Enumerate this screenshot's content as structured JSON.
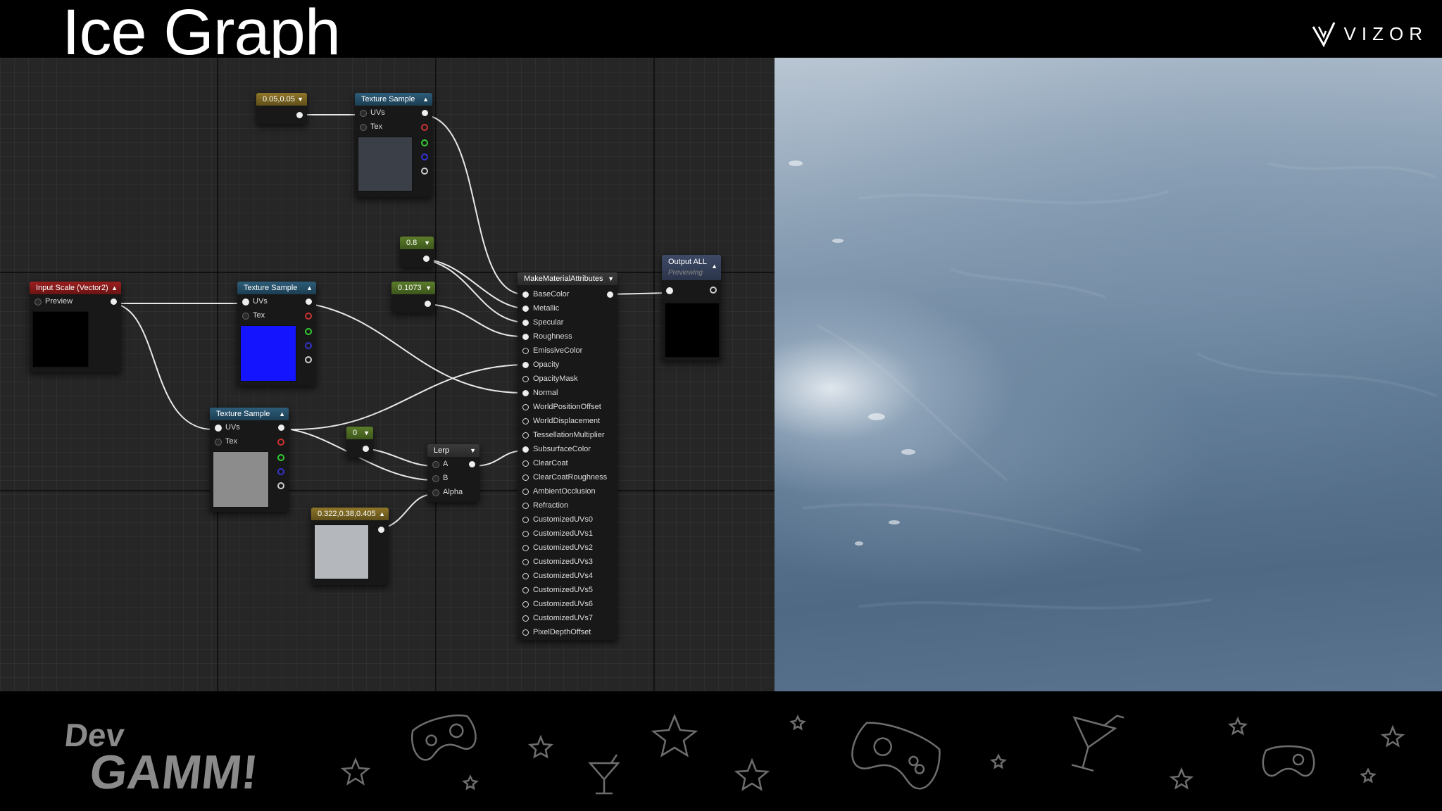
{
  "slide": {
    "title": "Ice Graph",
    "brand": "VIZOR",
    "event_logo_line1": "Dev",
    "event_logo_line2": "GAMM!"
  },
  "graph": {
    "const_uv": {
      "label": "0.05,0.05"
    },
    "texture_top": {
      "title": "Texture Sample",
      "pins": [
        "UVs",
        "Tex"
      ],
      "swatch_color": "#3b3f48"
    },
    "input_scale": {
      "title": "Input Scale (Vector2)",
      "pin": "Preview"
    },
    "texture_mid": {
      "title": "Texture Sample",
      "pins": [
        "UVs",
        "Tex"
      ],
      "swatch_color": "#1414ff"
    },
    "texture_bottom": {
      "title": "Texture Sample",
      "pins": [
        "UVs",
        "Tex"
      ],
      "swatch_color": "#8c8c8c"
    },
    "const_metallic": {
      "label": "0.8"
    },
    "const_roughness": {
      "label": "0.1073"
    },
    "const_zero": {
      "label": "0"
    },
    "lerp": {
      "title": "Lerp",
      "pins": [
        "A",
        "B",
        "Alpha"
      ]
    },
    "color_const": {
      "label": "0.322,0.38,0.405",
      "swatch_color": "#b4b8bd"
    },
    "make_material": {
      "title": "MakeMaterialAttributes",
      "pins": [
        "BaseColor",
        "Metallic",
        "Specular",
        "Roughness",
        "EmissiveColor",
        "Opacity",
        "OpacityMask",
        "Normal",
        "WorldPositionOffset",
        "WorldDisplacement",
        "TessellationMultiplier",
        "SubsurfaceColor",
        "ClearCoat",
        "ClearCoatRoughness",
        "AmbientOcclusion",
        "Refraction",
        "CustomizedUVs0",
        "CustomizedUVs1",
        "CustomizedUVs2",
        "CustomizedUVs3",
        "CustomizedUVs4",
        "CustomizedUVs5",
        "CustomizedUVs6",
        "CustomizedUVs7",
        "PixelDepthOffset"
      ]
    },
    "output": {
      "title": "Output ALL",
      "subtitle": "Previewing"
    }
  },
  "colors": {
    "graph_bg": "#262626",
    "texture_header": "#2d5d7a",
    "input_header": "#9b1f1f",
    "vector_const_header": "#8f7628",
    "scalar_const_header": "#5b7d2a",
    "ice_blue": "#5f7a95"
  },
  "icons": [
    "vizor-logo-icon",
    "gamepad-icon",
    "star-icon",
    "cocktail-icon",
    "chevron-up-icon",
    "chevron-down-icon"
  ]
}
